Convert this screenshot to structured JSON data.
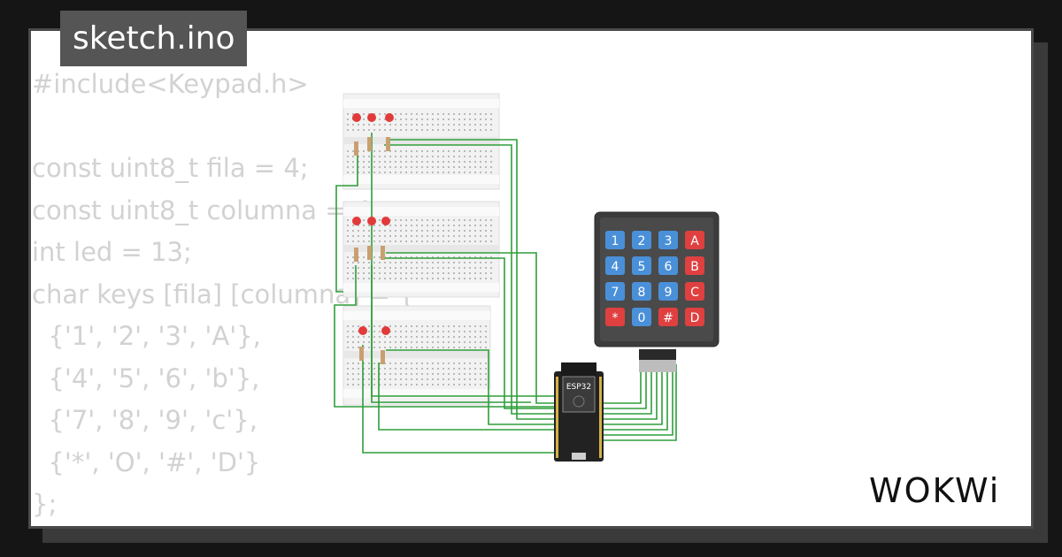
{
  "tab": {
    "label": "sketch.ino"
  },
  "code": {
    "lines": [
      "#include<Keypad.h>",
      "",
      "const uint8_t fila = 4;",
      "const uint8_t columna = 4;",
      "int led = 13;",
      "char keys [fila] [columna] = {",
      "  {'1', '2', '3', 'A'},",
      "  {'4', '5', '6', 'b'},",
      "  {'7', '8', '9', 'c'},",
      "  {'*', 'O', '#', 'D'}",
      "};"
    ]
  },
  "board": {
    "label": "ESP32"
  },
  "keypad": {
    "keys": [
      "1",
      "2",
      "3",
      "A",
      "4",
      "5",
      "6",
      "B",
      "7",
      "8",
      "9",
      "C",
      "*",
      "0",
      "#",
      "D"
    ],
    "num_color": "#4a90d9",
    "letter_color": "#e04040"
  },
  "brand": {
    "name": "WOKWi"
  },
  "colors": {
    "wire": "#2e9e3a",
    "led": "#e23a3a"
  }
}
